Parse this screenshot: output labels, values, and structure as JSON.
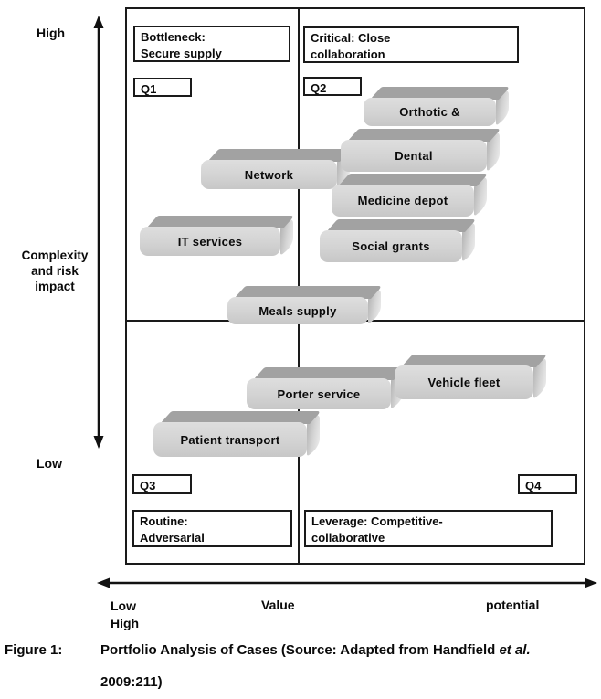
{
  "figure": {
    "y_axis": {
      "top_label": "High",
      "bottom_label": "Low",
      "axis_label": "Complexity\nand risk\nimpact"
    },
    "x_axis": {
      "left_label": "Low\nHigh",
      "center_label": "Value",
      "right_label": "potential"
    },
    "quadrant_tags": {
      "q1": "Q1",
      "q2": "Q2",
      "q3": "Q3",
      "q4": "Q4"
    },
    "strategy_boxes": {
      "bottleneck": "Bottleneck:\nSecure supply",
      "critical": "Critical: Close\ncollaboration",
      "routine": "Routine:\nAdversarial",
      "leverage": "Leverage: Competitive-\ncollaborative"
    },
    "cases": [
      {
        "label": "Network"
      },
      {
        "label": "Orthotic &"
      },
      {
        "label": "Dental"
      },
      {
        "label": "Medicine depot"
      },
      {
        "label": "Social grants"
      },
      {
        "label": "IT services"
      },
      {
        "label": "Meals supply"
      },
      {
        "label": "Porter service"
      },
      {
        "label": "Vehicle fleet"
      },
      {
        "label": "Patient transport"
      }
    ],
    "caption": {
      "prefix": "Figure 1:",
      "text_part1": "Portfolio Analysis of Cases (Source: Adapted from Handfield ",
      "italic_part": "et al.",
      "line2": "2009:211)"
    },
    "colors": {
      "block_front": "#d3d3d3",
      "block_top": "#a2a2a2",
      "line": "#1a1a1a"
    }
  }
}
